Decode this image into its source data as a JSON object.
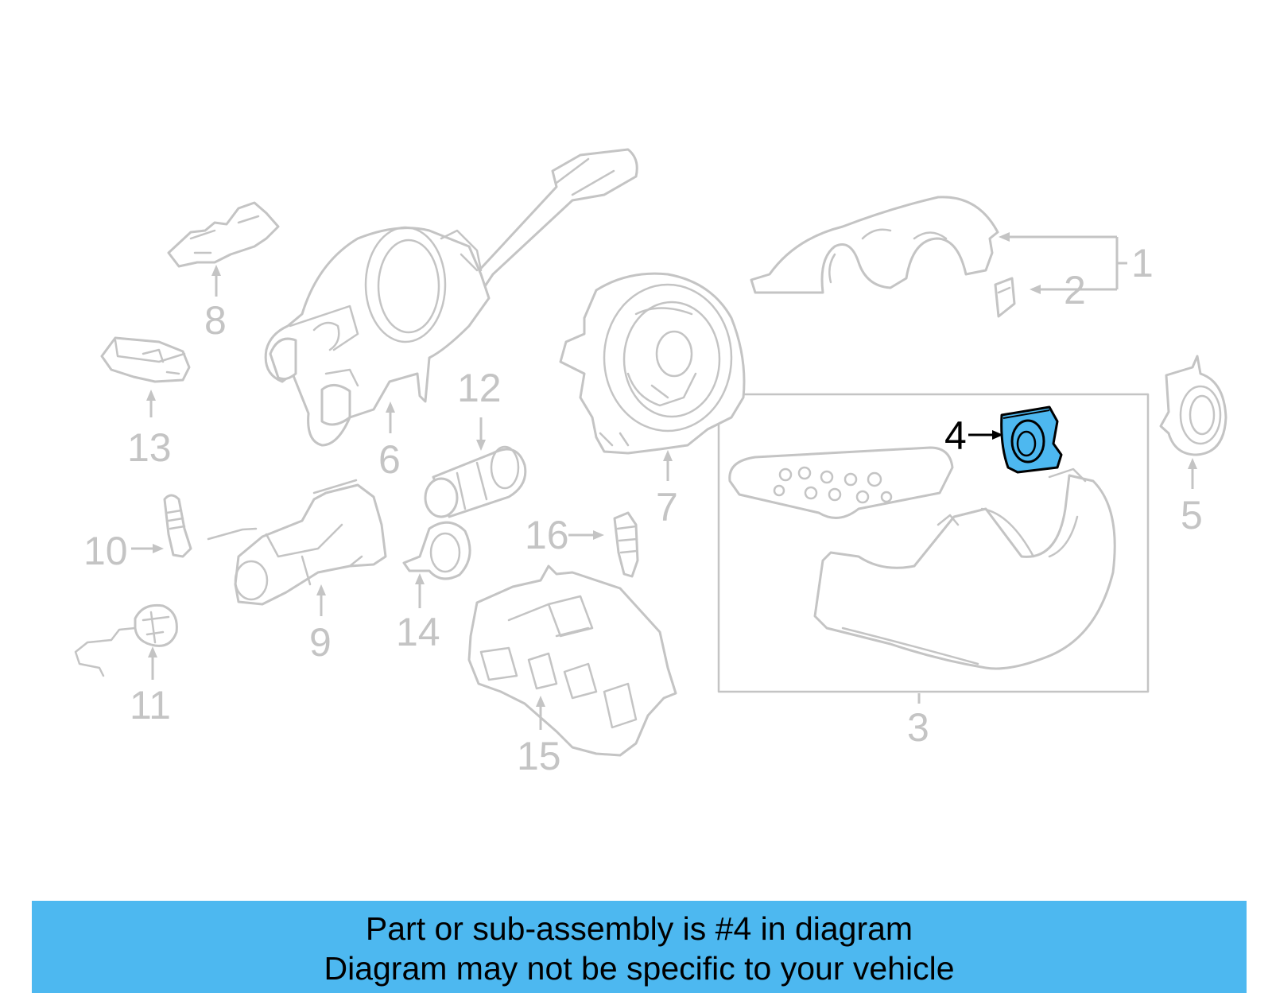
{
  "highlight_color": "#4db8f0",
  "part_color": "#c4c4c4",
  "callouts": {
    "c1": "1",
    "c2": "2",
    "c3": "3",
    "c4": "4",
    "c5": "5",
    "c6": "6",
    "c7": "7",
    "c8": "8",
    "c9": "9",
    "c10": "10",
    "c11": "11",
    "c12": "12",
    "c13": "13",
    "c14": "14",
    "c15": "15",
    "c16": "16"
  },
  "banner": {
    "line1": "Part or sub-assembly is #4 in diagram",
    "line2": "Diagram may not be specific to your vehicle"
  }
}
